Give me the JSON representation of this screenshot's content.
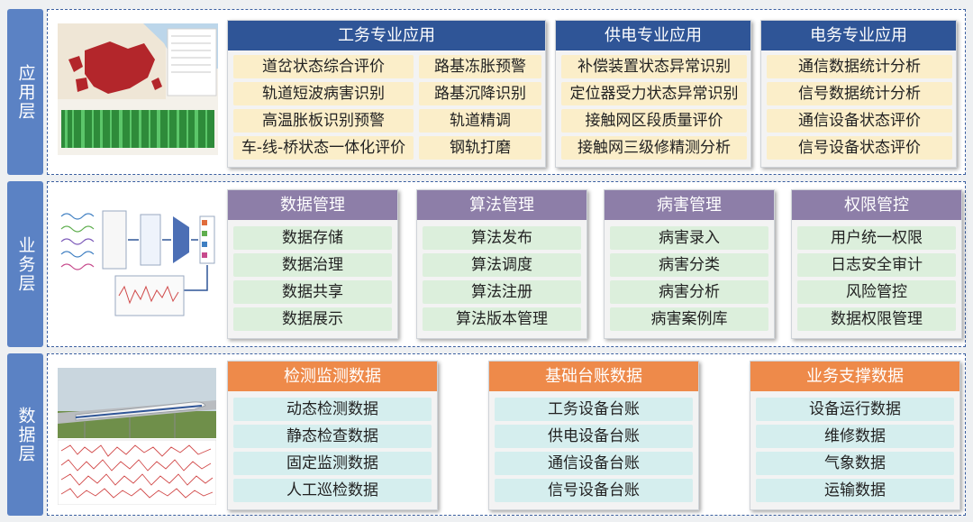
{
  "layers": {
    "app": {
      "label": "应用层"
    },
    "biz": {
      "label": "业务层"
    },
    "data": {
      "label": "数据层"
    }
  },
  "app_groups": {
    "gongwu": {
      "title": "工务专业应用",
      "items": [
        "道岔状态综合评价",
        "路基冻胀预警",
        "轨道短波病害识别",
        "路基沉降识别",
        "高温胀板识别预警",
        "轨道精调",
        "车-线-桥状态一体化评价",
        "钢轨打磨"
      ]
    },
    "gongdian": {
      "title": "供电专业应用",
      "items": [
        "补偿装置状态异常识别",
        "定位器受力状态异常识别",
        "接触网区段质量评价",
        "接触网三级修精测分析"
      ]
    },
    "dianwu": {
      "title": "电务专业应用",
      "items": [
        "通信数据统计分析",
        "信号数据统计分析",
        "通信设备状态评价",
        "信号设备状态评价"
      ]
    }
  },
  "biz_groups": [
    {
      "title": "数据管理",
      "items": [
        "数据存储",
        "数据治理",
        "数据共享",
        "数据展示"
      ]
    },
    {
      "title": "算法管理",
      "items": [
        "算法发布",
        "算法调度",
        "算法注册",
        "算法版本管理"
      ]
    },
    {
      "title": "病害管理",
      "items": [
        "病害录入",
        "病害分类",
        "病害分析",
        "病害案例库"
      ]
    },
    {
      "title": "权限管控",
      "items": [
        "用户统一权限",
        "日志安全审计",
        "风险管控",
        "数据权限管理"
      ]
    }
  ],
  "data_groups": [
    {
      "title": "检测监测数据",
      "items": [
        "动态检测数据",
        "静态检查数据",
        "固定监测数据",
        "人工巡检数据"
      ]
    },
    {
      "title": "基础台账数据",
      "items": [
        "工务设备台账",
        "供电设备台账",
        "通信设备台账",
        "信号设备台账"
      ]
    },
    {
      "title": "业务支撑数据",
      "items": [
        "设备运行数据",
        "维修数据",
        "气象数据",
        "运输数据"
      ]
    }
  ],
  "colors": {
    "layer_label": "#5b82c4",
    "app_title": "#2f5597",
    "biz_title": "#8d7ea8",
    "data_title": "#ee8a4a",
    "app_item": "#fbeec9",
    "biz_item": "#dcefdc",
    "data_item": "#d5eeee"
  }
}
